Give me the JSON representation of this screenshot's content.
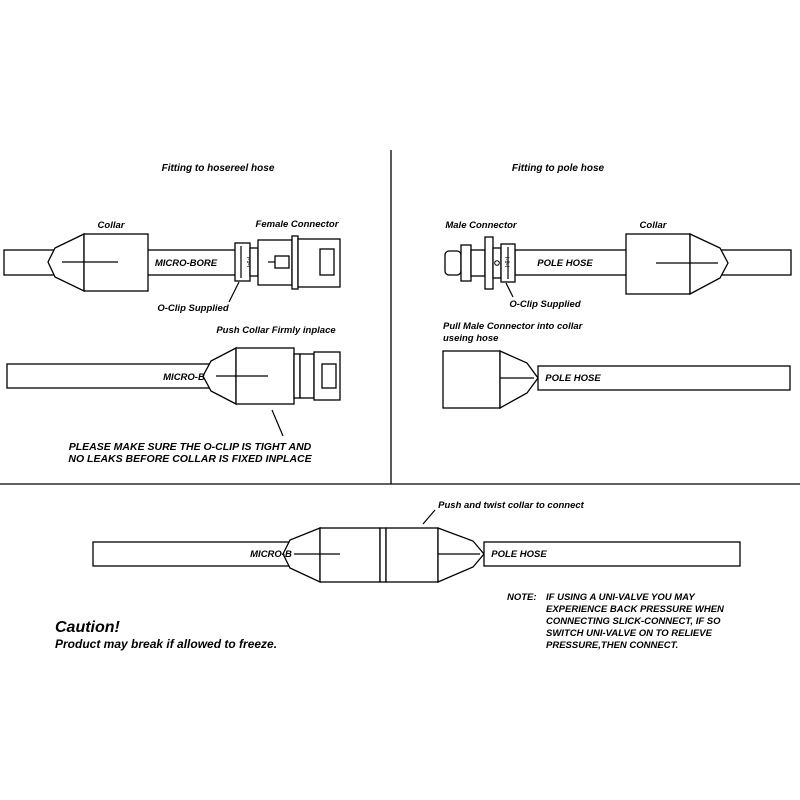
{
  "sections": {
    "hosereel_title": "Fitting to hosereel hose",
    "pole_title": "Fitting to pole hose"
  },
  "labels": {
    "collar_left": "Collar",
    "female_connector": "Female Connector",
    "micro_bore": "MICRO-BORE",
    "oclip_left": "O-Clip Supplied",
    "push_collar": "Push Collar Firmly inplace",
    "micro_b_left": "MICRO-B",
    "warning_line1": "PLEASE MAKE SURE THE O-CLIP IS TIGHT AND",
    "warning_line2": "NO LEAKS BEFORE COLLAR IS FIXED INPLACE",
    "male_connector": "Male Connector",
    "collar_right": "Collar",
    "pole_hose_top": "POLE HOSE",
    "oclip_right": "O-Clip Supplied",
    "pull_male_line1": "Pull Male Connector into collar",
    "pull_male_line2": "useing hose",
    "pole_hose_mid": "POLE HOSE",
    "push_twist": "Push and twist collar to connect",
    "micro_b_bottom": "MICRO-B",
    "pole_hose_bottom": "POLE HOSE",
    "clip_mark": "I-9-I"
  },
  "note": {
    "label": "NOTE:",
    "line1": "IF USING A UNI-VALVE YOU MAY",
    "line2": "EXPERIENCE BACK PRESSURE WHEN",
    "line3": "CONNECTING SLICK-CONNECT, IF SO",
    "line4": "SWITCH UNI-VALVE ON TO RELIEVE",
    "line5": "PRESSURE,THEN CONNECT."
  },
  "caution": {
    "title": "Caution!",
    "text": "Product may break if allowed to freeze."
  },
  "colors": {
    "line": "#000000",
    "background": "#ffffff"
  }
}
